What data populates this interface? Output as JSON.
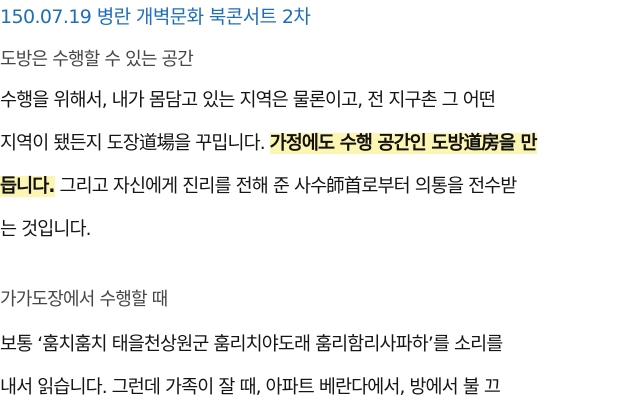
{
  "document": {
    "title": "150.07.19 병란 개벽문화 북콘서트 2차",
    "colors": {
      "title": "#1f6fb8",
      "subheading": "#464646",
      "body": "#151515",
      "highlight": "#fdf5b4"
    },
    "sections": [
      {
        "heading": "도방은 수행할 수 있는 공간",
        "lines": [
          {
            "text": "수행을 위해서, 내가 몸담고 있는 지역은 물론이고, 전 지구촌 그 어떤"
          },
          {
            "pre": "지역이 됐든지 도장道場을 꾸밉니다. ",
            "highlight": "가정에도 수행 공간인 도방道房을 만"
          },
          {
            "highlight": "듭니다.",
            "post": " 그리고 자신에게 진리를 전해 준 사수師首로부터 의통을 전수받"
          },
          {
            "text": "는 것입니다."
          }
        ]
      },
      {
        "heading": "가가도장에서 수행할 때",
        "lines": [
          {
            "text": "보통 ‘훔치훔치 태을천상원군 훔리치야도래 훔리함리사파하’를 소리를"
          },
          {
            "text": "내서 읽습니다. 그런데 가족이 잘 때, 아파트 베란다에서, 방에서 불 끄"
          }
        ]
      }
    ]
  }
}
